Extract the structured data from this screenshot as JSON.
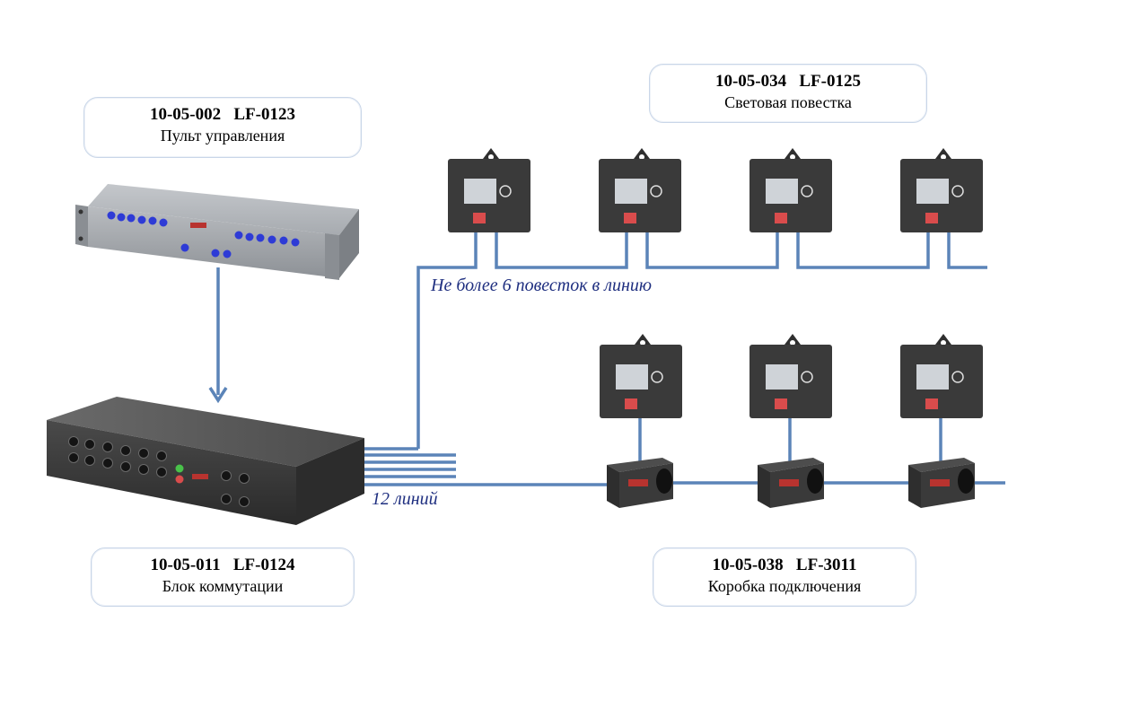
{
  "labels": {
    "control_panel": {
      "code": "10-05-002   LF-0123",
      "name": "Пульт управления"
    },
    "light_call": {
      "code": "10-05-034   LF-0125",
      "name": "Световая повестка"
    },
    "switch_unit": {
      "code": "10-05-011   LF-0124",
      "name": "Блок коммутации"
    },
    "junction_box": {
      "code": "10-05-038   LF-3011",
      "name": "Коробка подключения"
    }
  },
  "captions": {
    "max_per_line": "Не более 6 повесток в линию",
    "lines_count": "12 линий"
  },
  "colors": {
    "wire": "#5b84b8",
    "device_body": "#3a3a3a",
    "rack_body": "#9a9ea3",
    "led": "#2e3bd6",
    "button_red": "#d94c4c",
    "caption": "#1f2f80"
  }
}
